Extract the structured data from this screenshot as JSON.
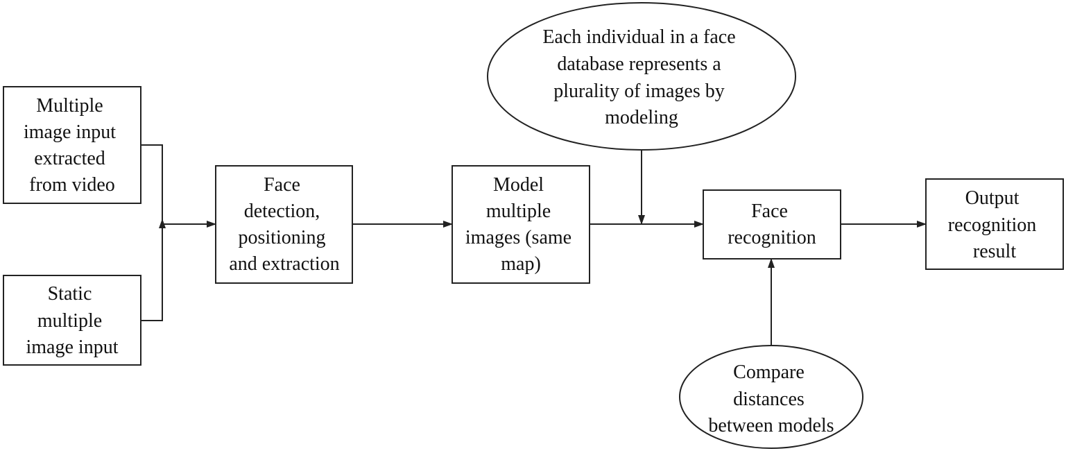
{
  "diagram": {
    "nodes": {
      "video_input": [
        "Multiple",
        "image input",
        "extracted",
        "from video"
      ],
      "static_input": [
        "Static",
        "multiple",
        "image input"
      ],
      "face_detection": [
        "Face",
        "detection,",
        "positioning",
        "and extraction"
      ],
      "model_images": [
        "Model",
        "multiple",
        "images (same",
        "map)"
      ],
      "database_note": [
        "Each individual in a face",
        "database represents a",
        "plurality of images by",
        "modeling"
      ],
      "face_recognition": [
        "Face",
        "recognition"
      ],
      "compare_note": [
        "Compare",
        "distances",
        "between models"
      ],
      "output": [
        "Output",
        "recognition",
        "result"
      ]
    },
    "edges": [
      {
        "from": "video_input",
        "to": "face_detection"
      },
      {
        "from": "static_input",
        "to": "face_detection"
      },
      {
        "from": "face_detection",
        "to": "model_images"
      },
      {
        "from": "model_images",
        "to": "face_recognition"
      },
      {
        "from": "database_note",
        "to": "face_recognition"
      },
      {
        "from": "compare_note",
        "to": "face_recognition"
      },
      {
        "from": "face_recognition",
        "to": "output"
      }
    ]
  }
}
